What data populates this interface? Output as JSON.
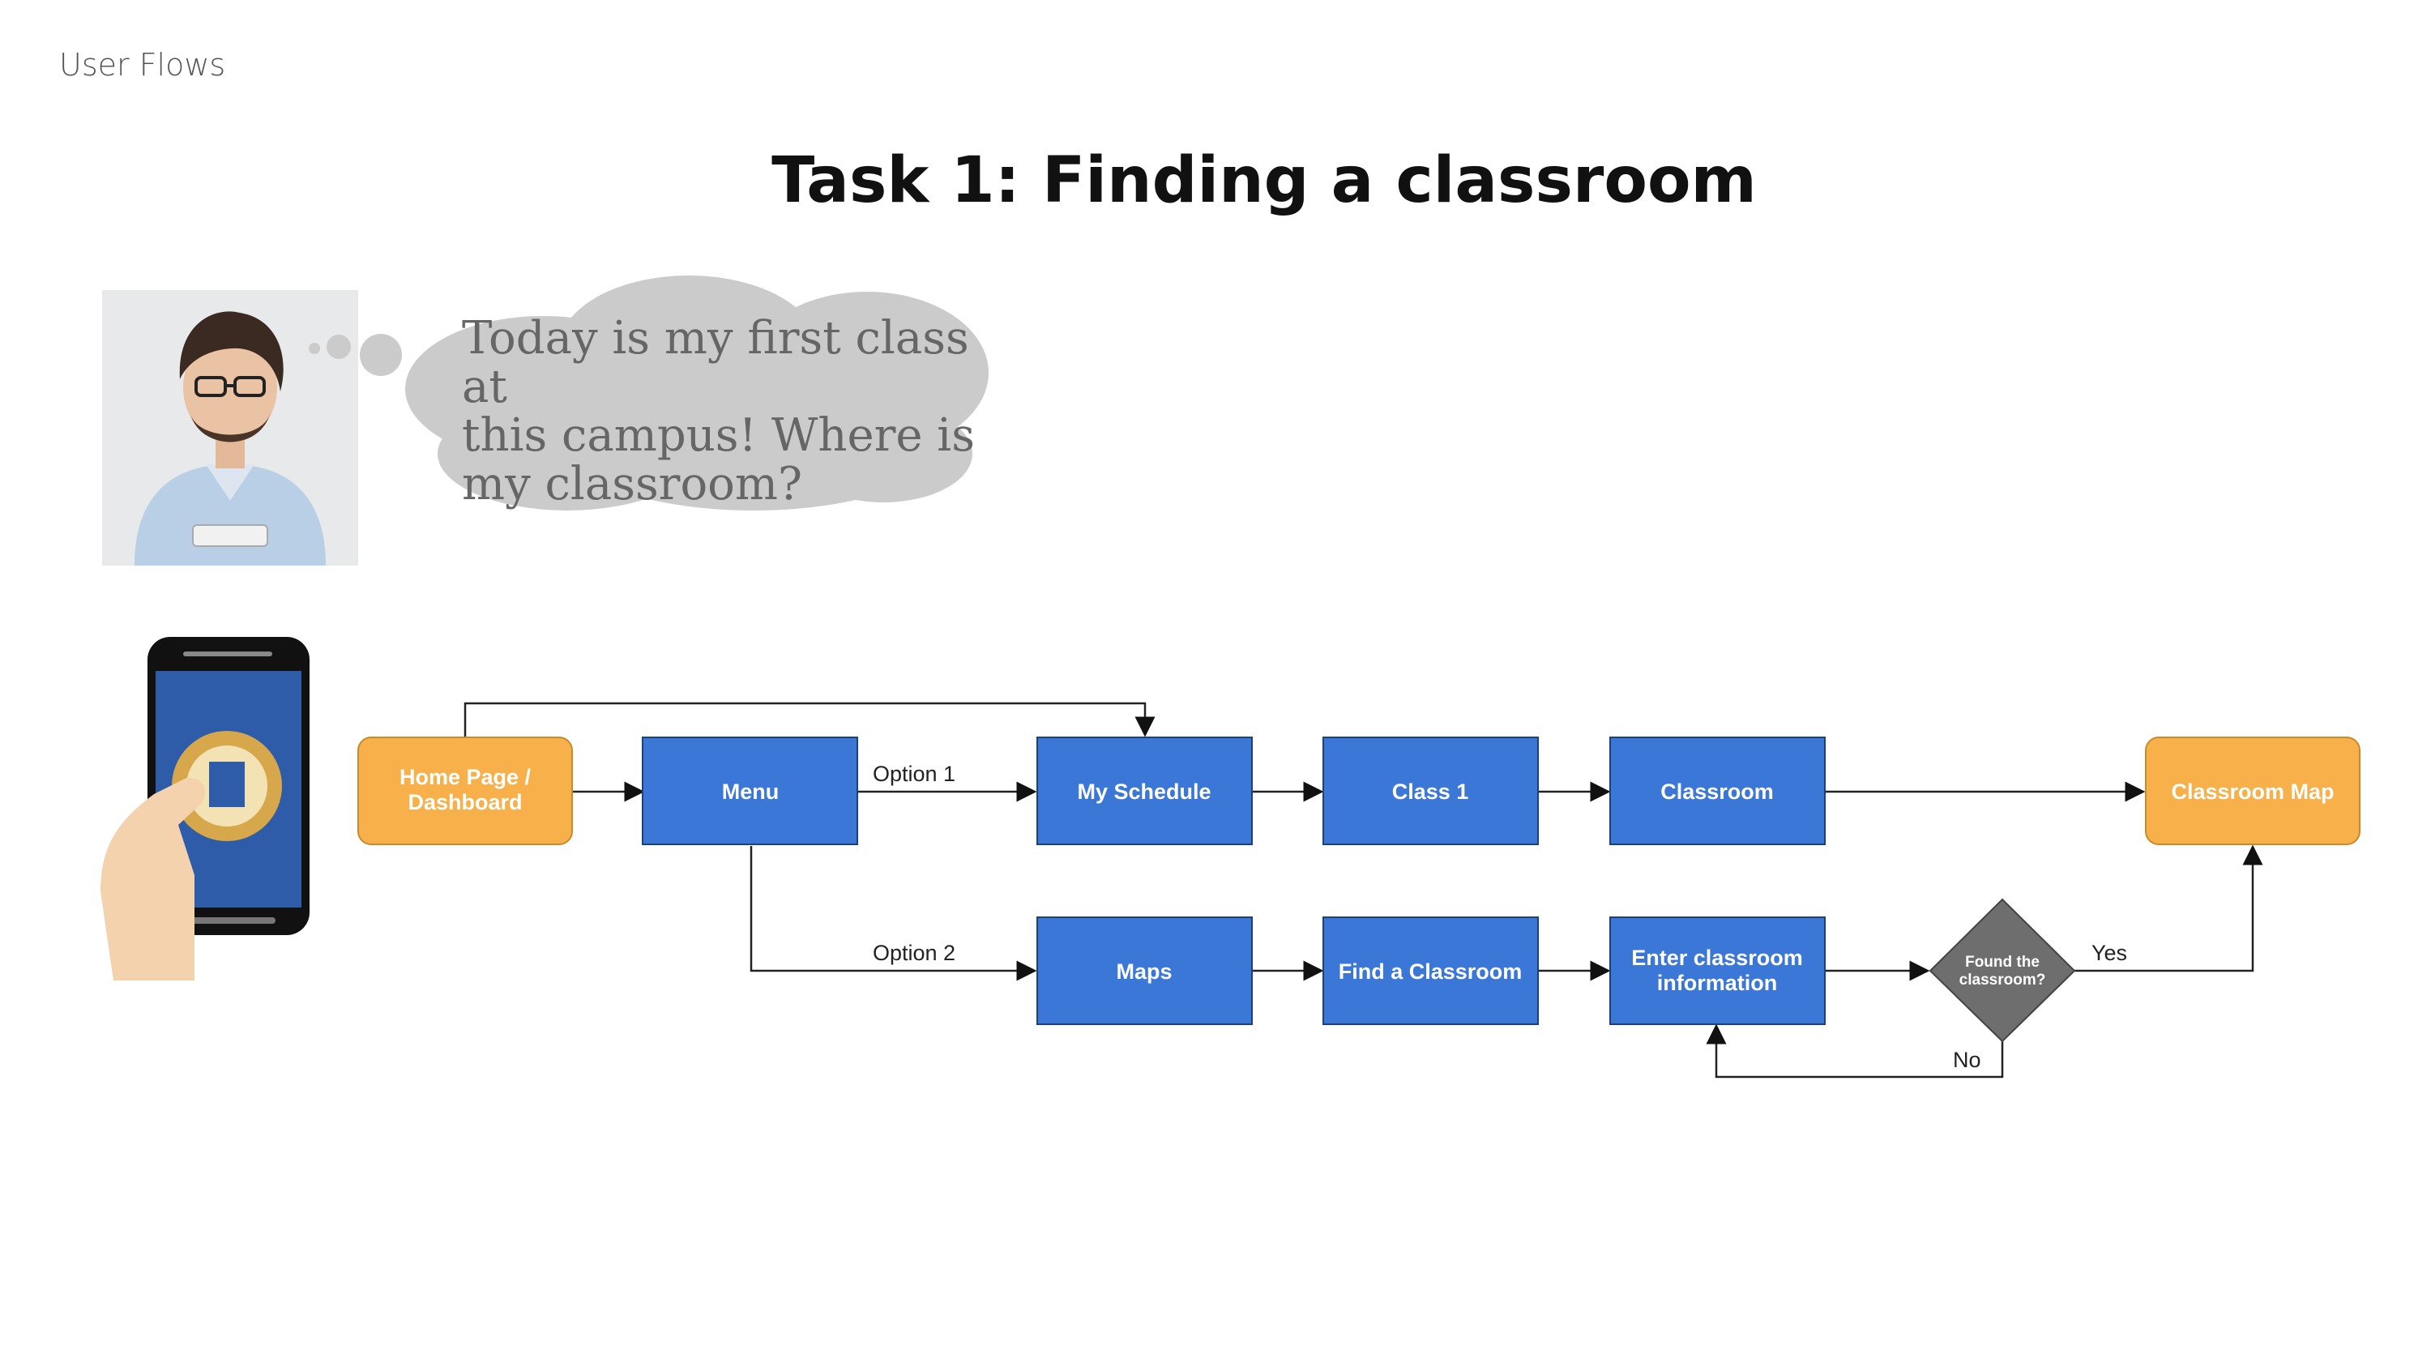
{
  "header": {
    "section_label": "User Flows",
    "title": "Task 1: Finding a classroom"
  },
  "persona": {
    "thought_lines": [
      "Today is my first class at",
      "this campus! Where is",
      "my classroom?"
    ]
  },
  "colors": {
    "blue": "#3a77d6",
    "orange": "#f7b04a",
    "gray": "#6e6e6e",
    "thought": "#cbcbcb"
  },
  "flow": {
    "nodes": {
      "home": {
        "label": [
          "Home Page /",
          "Dashboard"
        ]
      },
      "menu": {
        "label": [
          "Menu"
        ]
      },
      "my_schedule": {
        "label": [
          "My Schedule"
        ]
      },
      "class1": {
        "label": [
          "Class 1"
        ]
      },
      "classroom": {
        "label": [
          "Classroom"
        ]
      },
      "classroom_map": {
        "label": [
          "Classroom Map"
        ]
      },
      "maps": {
        "label": [
          "Maps"
        ]
      },
      "find_classroom": {
        "label": [
          "Find a Classroom"
        ]
      },
      "enter_info": {
        "label": [
          "Enter classroom",
          "information"
        ]
      },
      "decision": {
        "label": [
          "Found the",
          "classroom?"
        ]
      }
    },
    "edge_labels": {
      "option1": "Option 1",
      "option2": "Option 2",
      "yes": "Yes",
      "no": "No"
    }
  }
}
